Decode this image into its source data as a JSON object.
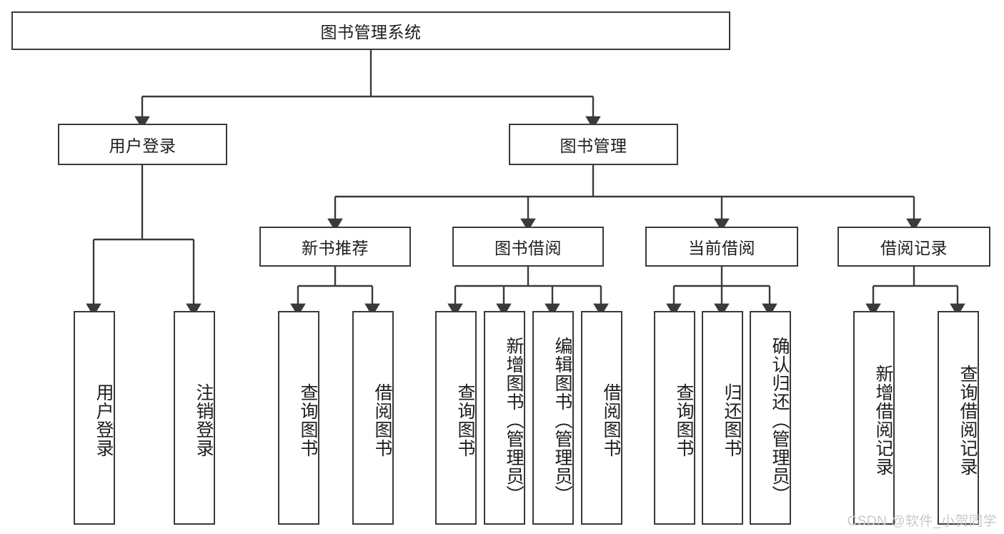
{
  "diagram": {
    "title": "图书管理系统",
    "type": "hierarchy-tree",
    "background_color": "#ffffff",
    "box_border_color": "#3a3a3a",
    "text_color": "#1d1d1d",
    "watermark": "CSDN @软件_小贺同学",
    "watermark_color": "#c9c9c9"
  },
  "nodes": {
    "root": {
      "label": "图书管理系统",
      "level": 1
    },
    "level2": [
      {
        "id": "user-login",
        "label": "用户登录"
      },
      {
        "id": "book-management",
        "label": "图书管理"
      }
    ],
    "level3": [
      {
        "id": "new-book-recommend",
        "label": "新书推荐",
        "parent": "book-management"
      },
      {
        "id": "book-borrow",
        "label": "图书借阅",
        "parent": "book-management"
      },
      {
        "id": "current-borrow",
        "label": "当前借阅",
        "parent": "book-management"
      },
      {
        "id": "borrow-record",
        "label": "借阅记录",
        "parent": "book-management"
      }
    ],
    "leaves": [
      {
        "id": "leaf-user-login",
        "label": "用户登录",
        "parent": "user-login"
      },
      {
        "id": "leaf-user-logout",
        "label": "注销登录",
        "parent": "user-login"
      },
      {
        "id": "leaf-query-book-1",
        "label": "查询图书",
        "parent": "new-book-recommend"
      },
      {
        "id": "leaf-borrow-book-1",
        "label": "借阅图书",
        "parent": "new-book-recommend"
      },
      {
        "id": "leaf-query-book-2",
        "label": "查询图书",
        "parent": "book-borrow"
      },
      {
        "id": "leaf-add-book",
        "label": "新增图书（管理员）",
        "parent": "book-borrow"
      },
      {
        "id": "leaf-edit-book",
        "label": "编辑图书（管理员）",
        "parent": "book-borrow"
      },
      {
        "id": "leaf-borrow-book-2",
        "label": "借阅图书",
        "parent": "book-borrow"
      },
      {
        "id": "leaf-query-book-3",
        "label": "查询图书",
        "parent": "current-borrow"
      },
      {
        "id": "leaf-return-book",
        "label": "归还图书",
        "parent": "current-borrow"
      },
      {
        "id": "leaf-confirm-return",
        "label": "确认归还（管理员）",
        "parent": "current-borrow"
      },
      {
        "id": "leaf-add-record",
        "label": "新增借阅记录",
        "parent": "borrow-record"
      },
      {
        "id": "leaf-query-record",
        "label": "查询借阅记录",
        "parent": "borrow-record"
      }
    ]
  }
}
